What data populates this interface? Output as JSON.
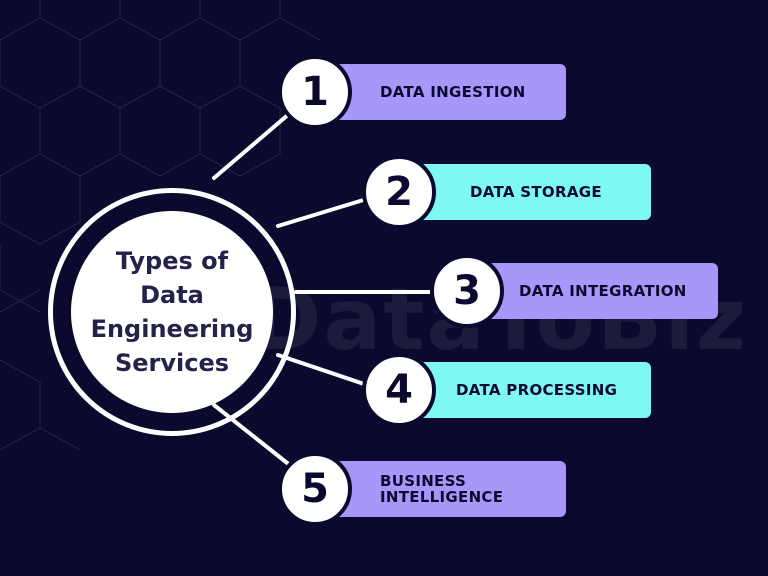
{
  "diagram": {
    "title": "Types of Data Engineering Services",
    "watermark": "DataToBiz",
    "colors": {
      "background": "#0b0a2e",
      "purple": "#a897f9",
      "cyan": "#7ff7f4",
      "white": "#ffffff",
      "title_text": "#23234a"
    },
    "services": [
      {
        "number": "1",
        "label": "DATA INGESTION",
        "color": "purple"
      },
      {
        "number": "2",
        "label": "DATA STORAGE",
        "color": "cyan"
      },
      {
        "number": "3",
        "label": "DATA INTEGRATION",
        "color": "purple"
      },
      {
        "number": "4",
        "label": "DATA PROCESSING",
        "color": "cyan"
      },
      {
        "number": "5",
        "label": "BUSINESS INTELLIGENCE",
        "color": "purple"
      }
    ]
  }
}
